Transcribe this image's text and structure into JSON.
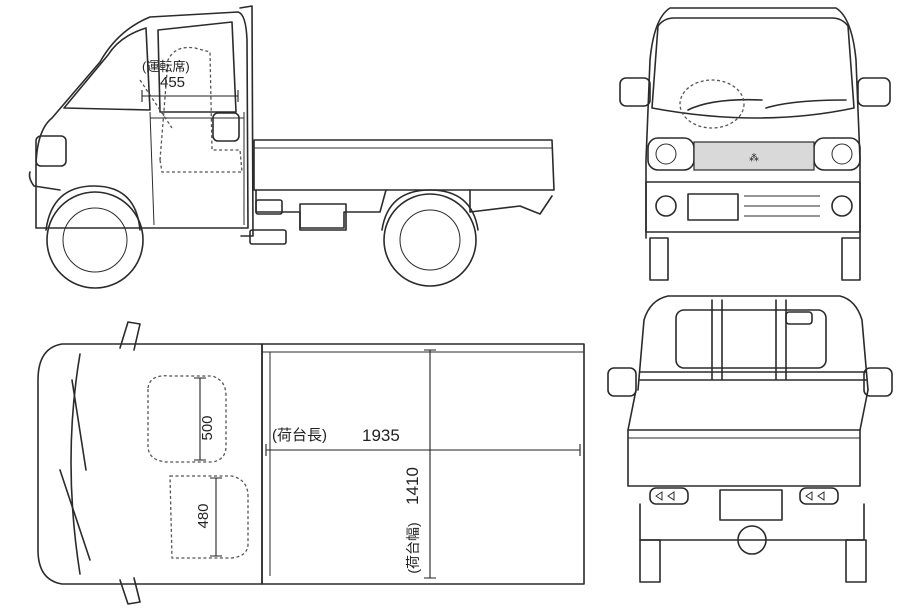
{
  "labels": {
    "driver_seat_label": "(運転席)",
    "driver_seat_width": "455",
    "seat_front_dim": "500",
    "seat_rear_dim": "480",
    "bed_length_label": "(荷台長)",
    "bed_length_value": "1935",
    "bed_width_label": "(荷台幅)",
    "bed_width_value": "1410"
  },
  "colors": {
    "line": "#2b2b2b",
    "grille_fill": "#d9d9d9",
    "background": "#ffffff"
  }
}
